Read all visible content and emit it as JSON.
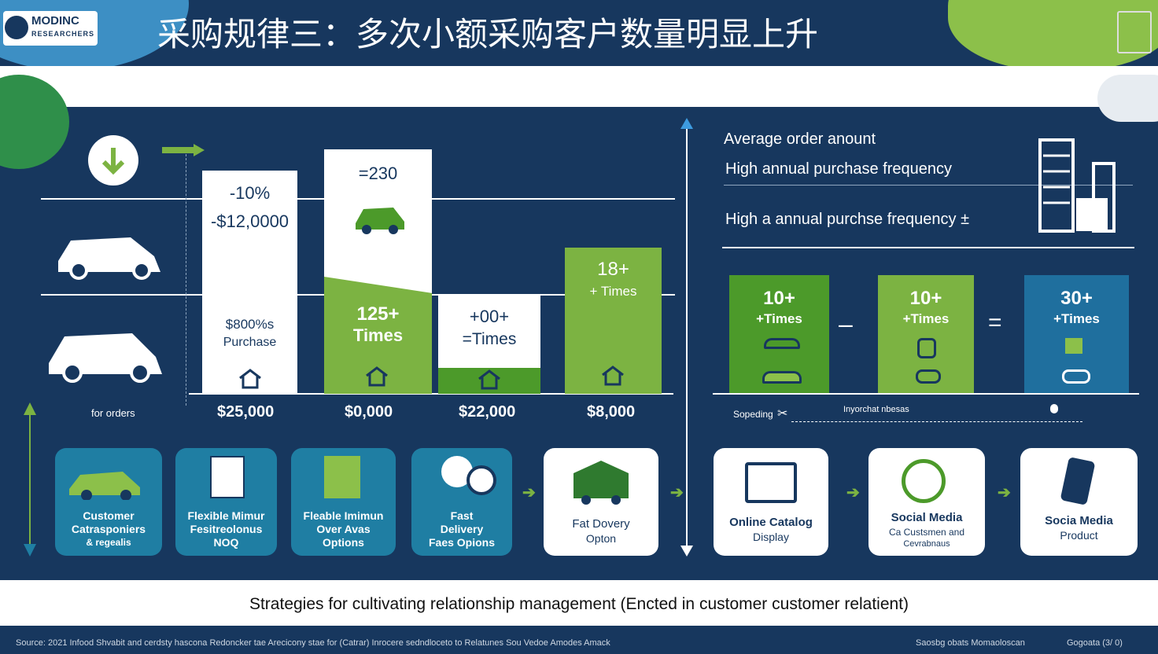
{
  "header": {
    "logo_line1": "MODINC",
    "logo_line2": "RESEARCHERS",
    "title": "采购规律三：多次小额采购客户数量明显上升"
  },
  "chart": {
    "x_label": "for orders",
    "bars": [
      {
        "top_value": "-10%",
        "top_amount": "-$12,0000",
        "bottom_line1": "$800%s",
        "bottom_line2": "Purchase",
        "amount": "$25,000",
        "green_fraction": 0
      },
      {
        "top_value": "=230",
        "bottom_line1": "125+",
        "bottom_line2": "Times",
        "amount": "$0,000",
        "green_fraction": 0.49
      },
      {
        "bottom_line1": "+00+",
        "bottom_line2": "=Times",
        "amount": "$22,000",
        "green_fraction": 0.26
      },
      {
        "bottom_line1": "18+",
        "bottom_line2": "+ Times",
        "amount": "$8,000",
        "green_fraction": 1
      }
    ]
  },
  "right_panel": {
    "line1": "Average order anount",
    "line2": "High annual purchase frequency",
    "line3": "High a annual purchse frequency ±",
    "boxes": [
      {
        "value": "10+",
        "unit": "+Times",
        "color": "#4c9a2a"
      },
      {
        "value": "10+",
        "unit": "+Times",
        "color": "#7cb342"
      },
      {
        "value": "30+",
        "unit": "+Times",
        "color": "#1f6f9e"
      }
    ],
    "op_minus": "–",
    "op_equals": "=",
    "axis_left": "Sopeding",
    "axis_mid": "Inyorchat nbesas"
  },
  "cards": [
    {
      "line1": "Customer",
      "line2": "Catrasponiers",
      "line3": "& regealis"
    },
    {
      "line1": "Flexible Mimur",
      "line2": "Fesitreolonus",
      "line3": "NOQ"
    },
    {
      "line1": "Fleable Imimun",
      "line2": "Over Avas",
      "line3": "Options"
    },
    {
      "line1": "Fast",
      "line2": "Delivery",
      "line3": "Faes Opions"
    },
    {
      "line1": "Fat Dovery",
      "line2": "Opton"
    },
    {
      "line1": "Online Catalog",
      "line2": "Display"
    },
    {
      "line1": "Social Media",
      "line2": "Ca Custsmen and",
      "line3": "Cevrabnaus"
    },
    {
      "line1": "Socia Media",
      "line2": "Product"
    }
  ],
  "strategy_text": "Strategies for cultivating relationship management (Encted in customer customer relatient)",
  "footer": {
    "source": "Source: 2021 Infood Shvabit and cerdsty hascona Redoncker tae Arecicony stae for (Catrar) Inrocere sedndloceto to Relatunes Sou Vedoe Amodes Amack",
    "right1": "Saosbg obats Momaoloscan",
    "right2": "Gogoata (3/ 0)"
  },
  "colors": {
    "navy": "#17375e",
    "green": "#7cb342",
    "dark_green": "#4c9a2a",
    "teal": "#1f7ea3"
  }
}
